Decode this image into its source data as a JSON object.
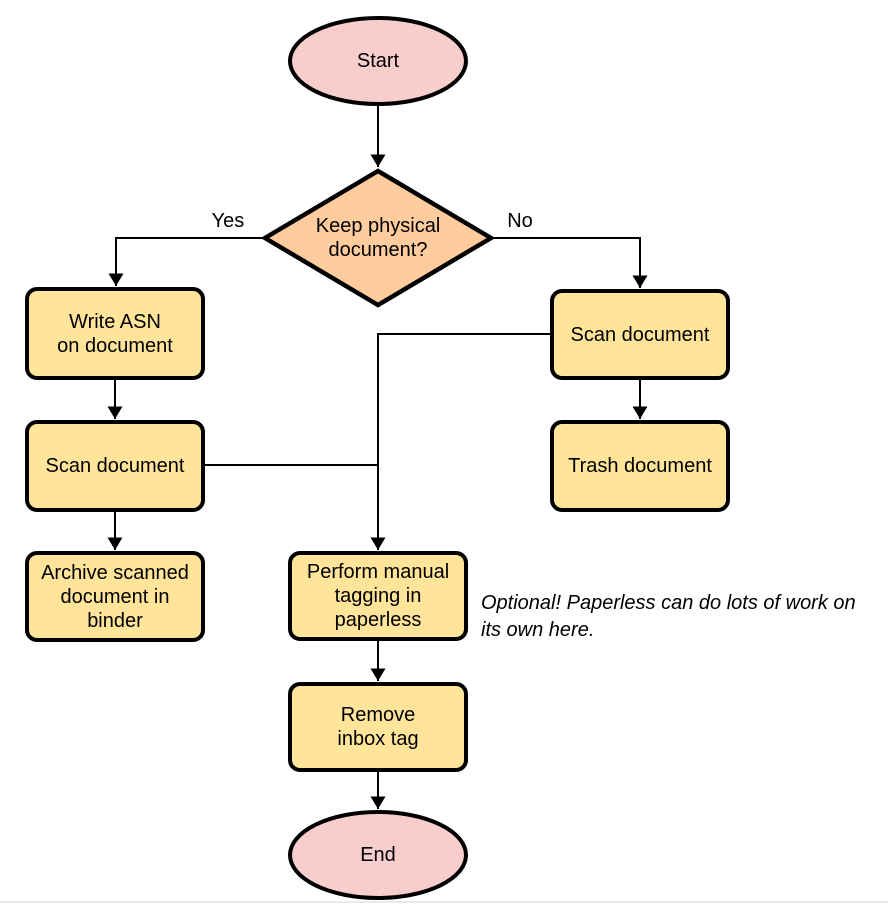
{
  "diagram": {
    "colors": {
      "terminal_fill": "#f8cecc",
      "decision_fill": "#ffcc9e",
      "process_fill": "#ffe49a",
      "stroke": "#000000"
    },
    "nodes": {
      "start": {
        "label": "Start"
      },
      "decision": {
        "label": "Keep physical\ndocument?"
      },
      "write_asn": {
        "label": "Write ASN\non document"
      },
      "scan_left": {
        "label": "Scan document"
      },
      "archive": {
        "label": "Archive scanned\ndocument in\nbinder"
      },
      "scan_right": {
        "label": "Scan document"
      },
      "trash": {
        "label": "Trash document"
      },
      "tagging": {
        "label": "Perform manual\ntagging in\npaperless"
      },
      "remove_inbox": {
        "label": "Remove\ninbox tag"
      },
      "end": {
        "label": "End"
      }
    },
    "edge_labels": {
      "yes": "Yes",
      "no": "No"
    },
    "annotation": "Optional! Paperless can do lots of work on\nits own here."
  }
}
